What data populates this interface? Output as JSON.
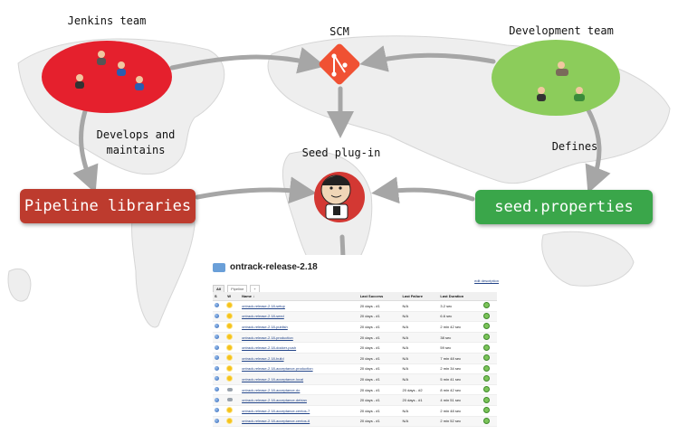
{
  "labels": {
    "jenkins_team": "Jenkins team",
    "scm": "SCM",
    "development_team": "Development team",
    "develops_and_maintains": "Develops and\nmaintains",
    "seed_plugin": "Seed plug-in",
    "defines": "Defines"
  },
  "boxes": {
    "pipeline_libraries": "Pipeline libraries",
    "seed_properties": "seed.properties"
  },
  "colors": {
    "jenkins_team_ellipse": "#e5202d",
    "development_team_ellipse": "#8ccc5b",
    "pipeline_box": "#bd3b2e",
    "seed_box": "#3aa64a",
    "scm_diamond": "#f05133",
    "arrow": "#a6a6a6",
    "map": "#ececec"
  },
  "icons": [
    "people-icon",
    "git-icon",
    "jenkins-butler-icon",
    "folder-icon",
    "blue-ball-icon",
    "sun-icon",
    "cloud-icon",
    "clock-icon"
  ],
  "screenshot": {
    "title": "ontrack-release-2.18",
    "edit_description": "edit description",
    "tabs": [
      "All",
      "Pipeline",
      "+"
    ],
    "columns": [
      "S",
      "W",
      "Name ↓",
      "Last Success",
      "Last Failure",
      "Last Duration",
      ""
    ],
    "rows": [
      {
        "weather": "sun",
        "name": "ontrack-release-2.18-setup",
        "last_success": "20 days - #1",
        "last_failure": "N/A",
        "last_duration": "3.2 sec"
      },
      {
        "weather": "sun",
        "name": "ontrack-release-2.18-seed",
        "last_success": "20 days - #1",
        "last_failure": "N/A",
        "last_duration": "6.6 sec"
      },
      {
        "weather": "sun",
        "name": "ontrack-release-2.18-publish",
        "last_success": "20 days - #1",
        "last_failure": "N/A",
        "last_duration": "2 min 42 sec"
      },
      {
        "weather": "sun",
        "name": "ontrack-release-2.18-production",
        "last_success": "20 days - #1",
        "last_failure": "N/A",
        "last_duration": "38 sec"
      },
      {
        "weather": "sun",
        "name": "ontrack-release-2.18-docker-push",
        "last_success": "20 days - #1",
        "last_failure": "N/A",
        "last_duration": "59 sec"
      },
      {
        "weather": "sun",
        "name": "ontrack-release-2.18-build",
        "last_success": "20 days - #1",
        "last_failure": "N/A",
        "last_duration": "7 min 48 sec"
      },
      {
        "weather": "sun",
        "name": "ontrack-release-2.18-acceptance-production",
        "last_success": "20 days - #1",
        "last_failure": "N/A",
        "last_duration": "2 min 34 sec"
      },
      {
        "weather": "sun",
        "name": "ontrack-release-2.18-acceptance-local",
        "last_success": "20 days - #1",
        "last_failure": "N/A",
        "last_duration": "5 min 41 sec"
      },
      {
        "weather": "cloud",
        "name": "ontrack-release-2.18-acceptance-do",
        "last_success": "20 days - #1",
        "last_failure": "20 days - #2",
        "last_duration": "8 min 42 sec"
      },
      {
        "weather": "cloud",
        "name": "ontrack-release-2.18-acceptance-debian",
        "last_success": "20 days - #1",
        "last_failure": "20 days - #1",
        "last_duration": "4 min 51 sec"
      },
      {
        "weather": "sun",
        "name": "ontrack-release-2.18-acceptance-centos-7",
        "last_success": "20 days - #1",
        "last_failure": "N/A",
        "last_duration": "2 min 48 sec"
      },
      {
        "weather": "sun",
        "name": "ontrack-release-2.18-acceptance-centos-6",
        "last_success": "20 days - #1",
        "last_failure": "N/A",
        "last_duration": "2 min 52 sec"
      }
    ]
  }
}
